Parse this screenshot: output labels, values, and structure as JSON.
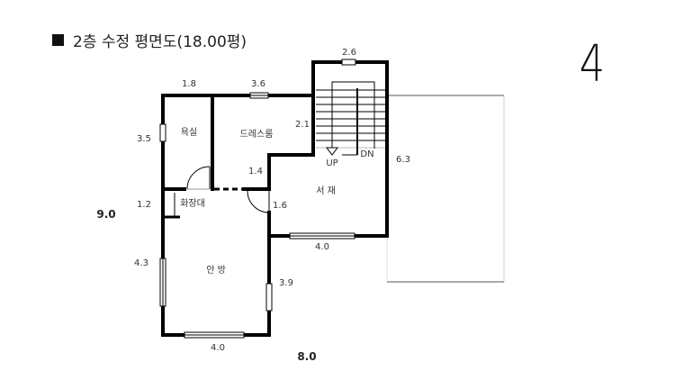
{
  "title": "2층 수정 평면도(18.00평)",
  "page_number": "4",
  "rooms": {
    "bathroom": "욕실",
    "dressroom": "드레스룸",
    "vanity": "화장대",
    "study": "서 재",
    "bedroom": "안 방"
  },
  "stairs": {
    "up": "UP",
    "down": "DN"
  },
  "dimensions": {
    "top_left": "1.8",
    "top_middle": "3.6",
    "stair_top": "2.6",
    "bath_left": "3.5",
    "dress_right": "2.1",
    "dress_bottom": "1.4",
    "vanity_left": "1.2",
    "study_left": "1.6",
    "study_bottom": "4.0",
    "right_height": "6.3",
    "bed_left": "4.3",
    "bed_right": "3.9",
    "bed_bottom": "4.0",
    "total_height": "9.0",
    "total_width": "8.0"
  }
}
